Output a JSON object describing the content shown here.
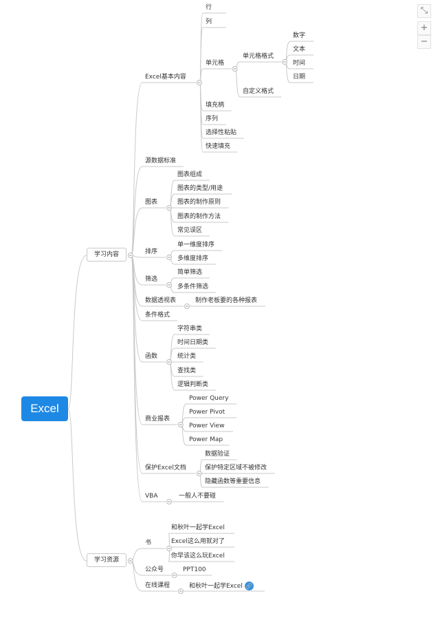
{
  "toolbar": {
    "fit": "⤡",
    "zoom_in": "+",
    "zoom_out": "−"
  },
  "mindmap": {
    "root": "Excel",
    "branches": [
      {
        "label": "学习内容",
        "children": [
          {
            "label": "Excel基本内容",
            "children": [
              {
                "label": "行"
              },
              {
                "label": "列"
              },
              {
                "label": "单元格",
                "children": [
                  {
                    "label": "单元格格式",
                    "children": [
                      {
                        "label": "数字"
                      },
                      {
                        "label": "文本"
                      },
                      {
                        "label": "时间"
                      },
                      {
                        "label": "日期"
                      }
                    ]
                  },
                  {
                    "label": "自定义格式"
                  }
                ]
              },
              {
                "label": "填充柄"
              },
              {
                "label": "序列"
              },
              {
                "label": "选择性粘贴"
              },
              {
                "label": "快速填充"
              }
            ]
          },
          {
            "label": "源数据标准"
          },
          {
            "label": "图表",
            "children": [
              {
                "label": "图表组成"
              },
              {
                "label": "图表的类型/用途"
              },
              {
                "label": "图表的制作原则"
              },
              {
                "label": "图表的制作方法"
              },
              {
                "label": "常见误区"
              }
            ]
          },
          {
            "label": "排序",
            "children": [
              {
                "label": "单一维度排序"
              },
              {
                "label": "多维度排序"
              }
            ]
          },
          {
            "label": "筛选",
            "children": [
              {
                "label": "简单筛选"
              },
              {
                "label": "多条件筛选"
              }
            ]
          },
          {
            "label": "数据透视表",
            "children": [
              {
                "label": "制作老板要的各种报表"
              }
            ]
          },
          {
            "label": "条件格式"
          },
          {
            "label": "函数",
            "children": [
              {
                "label": "字符串类"
              },
              {
                "label": "时间日期类"
              },
              {
                "label": "统计类"
              },
              {
                "label": "查找类"
              },
              {
                "label": "逻辑判断类"
              }
            ]
          },
          {
            "label": "商业报表",
            "children": [
              {
                "label": "Power Query"
              },
              {
                "label": "Power Pivot"
              },
              {
                "label": "Power View"
              },
              {
                "label": "Power Map"
              }
            ]
          },
          {
            "label": "保护Excel文档",
            "children": [
              {
                "label": "数据验证"
              },
              {
                "label": "保护特定区域不被修改"
              },
              {
                "label": "隐藏函数等重要信息"
              }
            ]
          },
          {
            "label": "VBA",
            "children": [
              {
                "label": "一般人不要碰"
              }
            ]
          }
        ]
      },
      {
        "label": "学习资源",
        "children": [
          {
            "label": "书",
            "children": [
              {
                "label": "和秋叶一起学Excel"
              },
              {
                "label": "Excel这么用就对了"
              },
              {
                "label": "你早该这么玩Excel"
              }
            ]
          },
          {
            "label": "公众号",
            "children": [
              {
                "label": "PPT100"
              }
            ]
          },
          {
            "label": "在线课程",
            "children": [
              {
                "label": "和秋叶一起学Excel",
                "link": true
              }
            ]
          }
        ]
      }
    ]
  }
}
